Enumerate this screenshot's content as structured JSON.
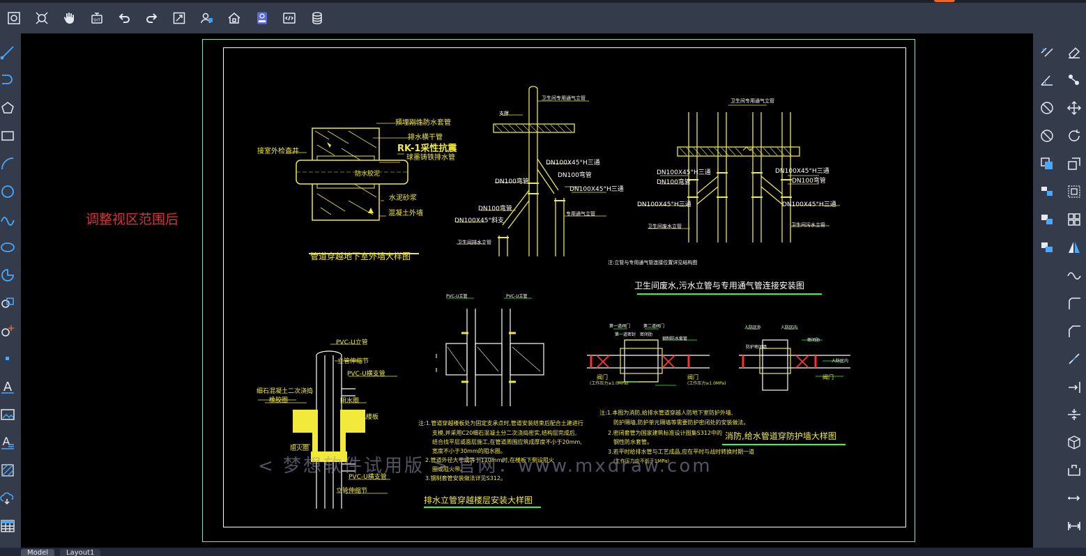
{
  "toolbar": {
    "buttons": [
      {
        "id": "zoom-extents",
        "icon": "zoom-extents-icon"
      },
      {
        "id": "zoom-window",
        "icon": "zoom-window-icon"
      },
      {
        "id": "pan",
        "icon": "hand-icon"
      },
      {
        "id": "regen",
        "icon": "regen-icon"
      },
      {
        "id": "undo",
        "icon": "undo-icon"
      },
      {
        "id": "redo",
        "icon": "redo-icon"
      },
      {
        "id": "fullscreen",
        "icon": "fullscreen-icon"
      },
      {
        "id": "user",
        "icon": "user-icon"
      },
      {
        "id": "home",
        "icon": "home-icon"
      },
      {
        "id": "save",
        "icon": "save-icon"
      },
      {
        "id": "code",
        "icon": "code-icon"
      },
      {
        "id": "layers",
        "icon": "database-icon"
      }
    ]
  },
  "left_tools": [
    "line-icon",
    "polyline-icon",
    "polygon-icon",
    "rectangle-icon",
    "arc-icon",
    "circle-icon",
    "spline-icon",
    "ellipse-icon",
    "ellipse-arc-icon",
    "insert-block-icon",
    "make-block-icon",
    "point-icon",
    "text-icon",
    "image-icon",
    "mtext-icon",
    "hatch-icon",
    "revcloud-icon",
    "table-icon"
  ],
  "right_tools": [
    "align-icon",
    "erase-icon",
    "measure-angle-icon",
    "copy-icon",
    "offset-circle-icon",
    "move-icon",
    "no-entry-icon",
    "rotate-icon",
    "duplicate-icon",
    "scale-icon",
    "array-icon",
    "select-window-icon",
    "array-rect-icon",
    "grid-icon",
    "layer-icon",
    "mirror-icon",
    "wave-icon",
    "fillet-icon",
    "chamfer-icon",
    "break-icon",
    "extend-icon",
    "divide-icon",
    "3d-box-icon",
    "explode-icon",
    "stretch-icon",
    "dimension-icon"
  ],
  "canvas": {
    "viewport_note": "调整视区范围后",
    "watermark": "< 梦想软件试用版 > 官网：www.mxdraw.com",
    "drawings": {
      "wall": {
        "title": "管道穿越地下室外墙大样图",
        "labels": [
          "预埋刚性防水套管",
          "排水横干管",
          "RK-1采性抗震",
          "球墨铸铁排水管",
          "接室外检查井",
          "防水胶泥",
          "水泥砂浆",
          "混凝土外墙"
        ]
      },
      "riser_a": {
        "labels": [
          "卫生间专用通气立管",
          "支撑",
          "DN100X45°H三通",
          "DN100弯管",
          "DN100X45°H三通",
          "DN100弯管",
          "DN100X45°斜支",
          "专用通气立管",
          "卫生间排水立管",
          "DN100弯管"
        ]
      },
      "riser_b": {
        "title": "卫生间废水,污水立管与专用通气管连接安装图",
        "note": "注:立管与专用通气管连接位置详见结构图",
        "labels": [
          "卫生间专用通气立管",
          "DN100X45°H三通",
          "DN100弯管",
          "DN100X45°H三通",
          "DN100X45°H三通",
          "DN100弯管",
          "DN100X45°H三通",
          "卫生间废水立管",
          "卫生间污水立管"
        ]
      },
      "floor": {
        "title": "排水立管穿越楼层安装大样图",
        "labels": [
          "PVC-U立管",
          "立管伸缩节",
          "PVC-U横支管",
          "细石混凝土二次浇捣",
          "橡胶圈",
          "阻水圈",
          "混凝土楼板",
          "阻火圈",
          "PVC-U横支管",
          "立管伸缩节"
        ]
      },
      "joint": {
        "labels": [
          "PVC-U立管",
          "PVC-U立管"
        ],
        "notes": [
          "注:1.管道穿越楼板处为固定支承点时,管道安装结束后配合土建进行",
          "支模,并采用C20细石混凝土分二次浇捣密实,结构层完成后,",
          "结合找平层或面层施工,在管道周围应筑成厚度不小于20mm,",
          "宽度不小于30mm的阻水圈。",
          "2.管道外径大于或等于110mm时,在楼板下侧设阻火",
          "圈或阻火带。",
          "3.钢制套管安装做法详见S312。"
        ]
      },
      "fire": {
        "title": "消防,给水管道穿防护墙大样图",
        "labels": [
          "第一道阀门",
          "第二道阀门",
          "第一道密封",
          "密闭肋",
          "钢制防水套管",
          "阀门",
          "(工作压力≥1.0MPa)",
          "阀门",
          "(工作压力≥1.0MPa)",
          "人防区外",
          "人防区内",
          "防护密闭墙",
          "密闭肋",
          "人防区内",
          "阀门"
        ],
        "notes": [
          "注:1.本图为消防,给排水管道穿越人防地下室防护外墙,",
          "防护隔墙,防护单元隔墙等需要防护密闭处的安装做法。",
          "2.密闭套管为国家建筑标准设计图集S312中的",
          "钢性防水套管。",
          "3.若平时给排水管与工艺成品,应在平时与战时转换时期一道",
          "(工作压力应不低于1MPa)"
        ]
      }
    }
  },
  "tabs": [
    {
      "label": "Model",
      "active": true
    },
    {
      "label": "Layout1",
      "active": false
    }
  ],
  "colors": {
    "accent": "#e8682a",
    "panel": "#343c4b",
    "canvas": "#000000",
    "cad_yellow": "#f2ea3a",
    "cad_green": "#33ff33",
    "frame_cyan": "#7fe0d0",
    "note_red": "#e03030"
  }
}
